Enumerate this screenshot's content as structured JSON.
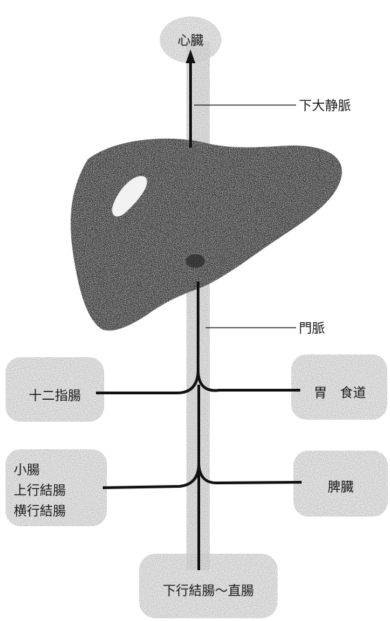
{
  "labels": {
    "heart": "心臓",
    "ivc": "下大静脈",
    "portal_vein": "門脈",
    "duodenum": "十二指腸",
    "stomach": "胃　食道",
    "intestines_line1": "小腸",
    "intestines_line2": "上行結腸",
    "intestines_line3": "横行結腸",
    "spleen": "脾臓",
    "colon_rectum": "下行結腸～直腸"
  },
  "colors": {
    "vessel": "#111111",
    "liver": "#3d3d3d",
    "stipple_bg": "#d9d9d9"
  }
}
